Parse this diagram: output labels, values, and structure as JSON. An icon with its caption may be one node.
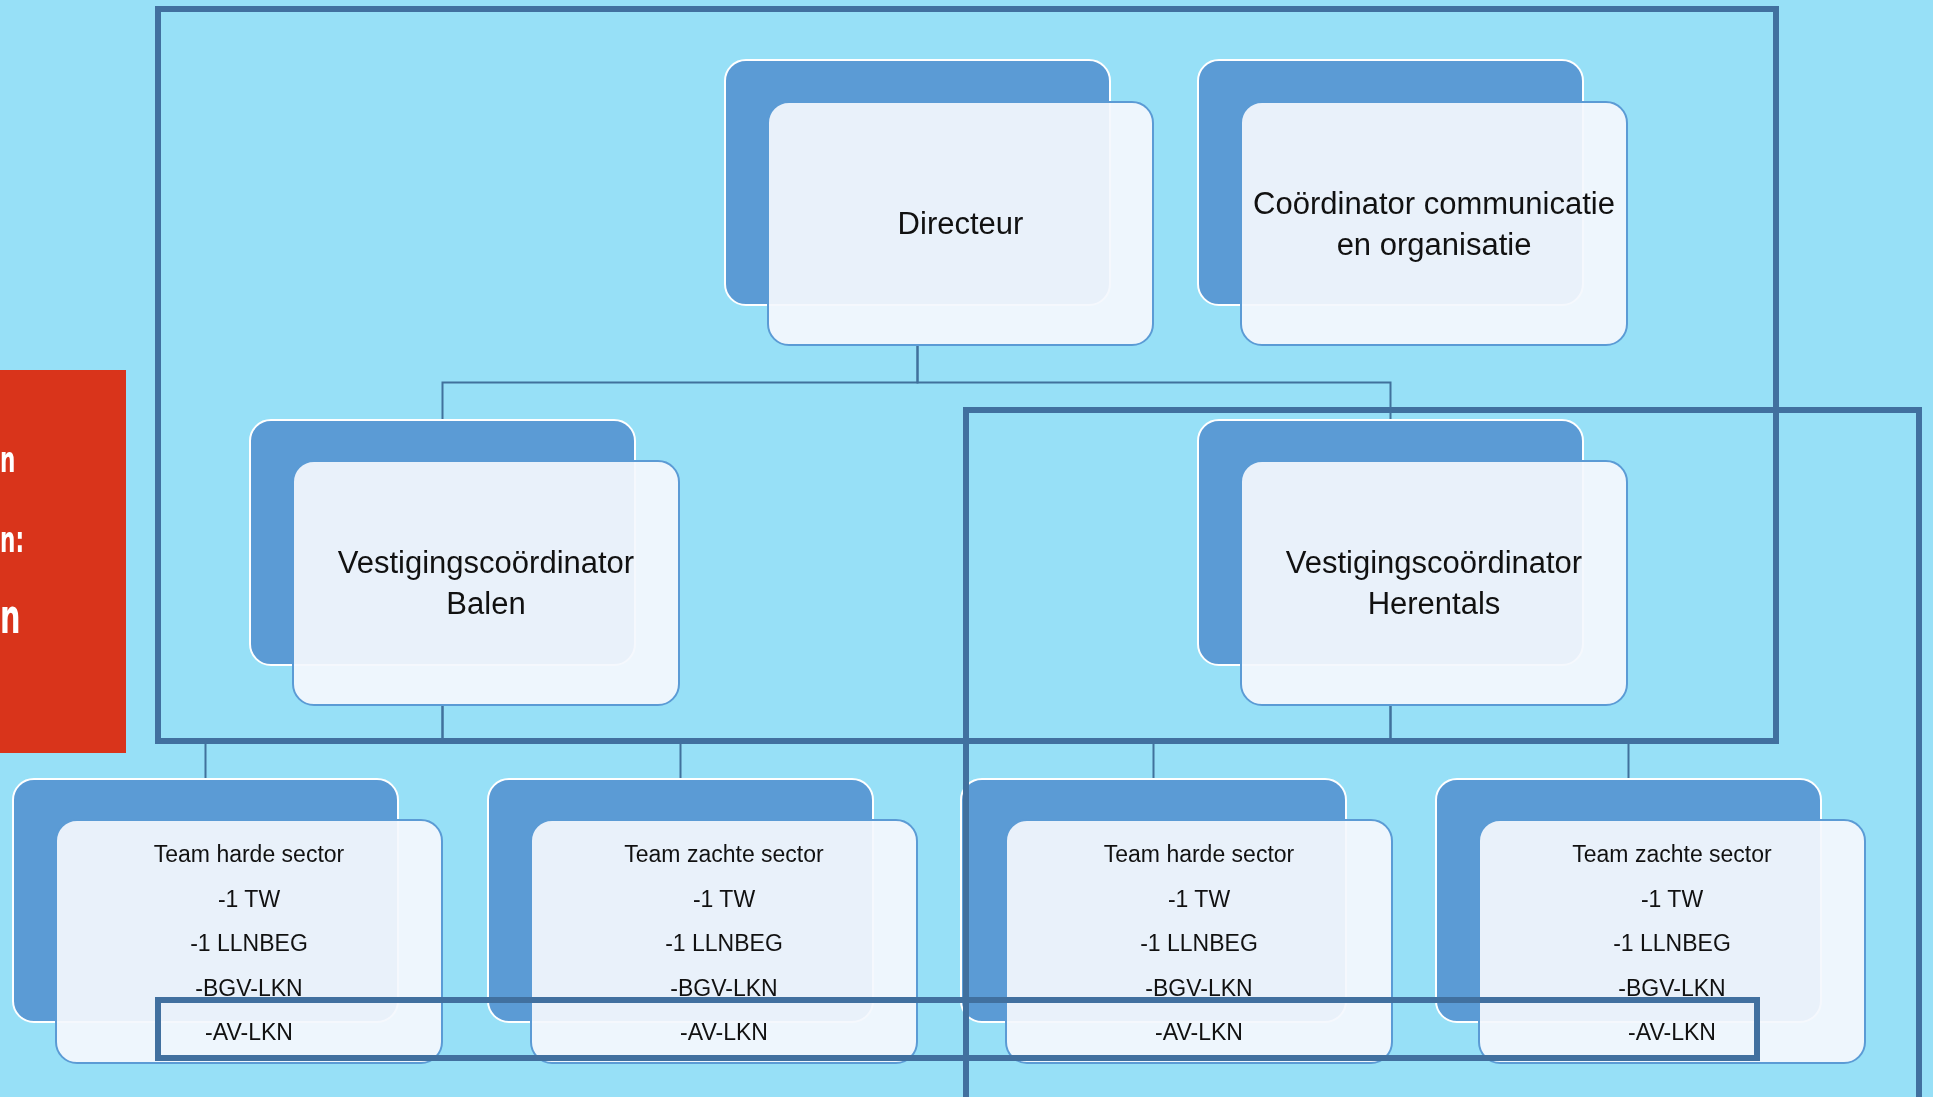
{
  "diagram": {
    "nodes": [
      {
        "text": [
          "Directeur"
        ]
      },
      {
        "text": [
          "Coördinator communicatie en organisatie"
        ]
      },
      {
        "text": [
          "Vestigingscoördinator Balen"
        ]
      },
      {
        "text": [
          "Vestigingscoördinator Herentals"
        ]
      },
      {
        "text": [
          "Team harde sector",
          "-1 TW",
          "-1 LLNBEG",
          "-BGV-LKN",
          "-AV-LKN"
        ]
      },
      {
        "text": [
          "Team zachte sector",
          "-1 TW",
          "-1 LLNBEG",
          "-BGV-LKN",
          "-AV-LKN"
        ]
      },
      {
        "text": [
          "Team harde sector",
          "-1 TW",
          "-1 LLNBEG",
          "-BGV-LKN",
          "-AV-LKN"
        ]
      },
      {
        "text": [
          "Team zachte sector",
          "-1 TW",
          "-1 LLNBEG",
          "-BGV-LKN",
          "-AV-LKN"
        ]
      }
    ],
    "edges": [
      {
        "from": 0,
        "to": 2,
        "arrow": "none"
      },
      {
        "from": 0,
        "to": 3,
        "arrow": "none"
      },
      {
        "from": 2,
        "to": 4,
        "arrow": "none"
      },
      {
        "from": 2,
        "to": 5,
        "arrow": "none"
      },
      {
        "from": 3,
        "to": 6,
        "arrow": "none"
      },
      {
        "from": 3,
        "to": 7,
        "arrow": "none"
      }
    ],
    "labels": [
      "n",
      "n:",
      "n"
    ]
  }
}
